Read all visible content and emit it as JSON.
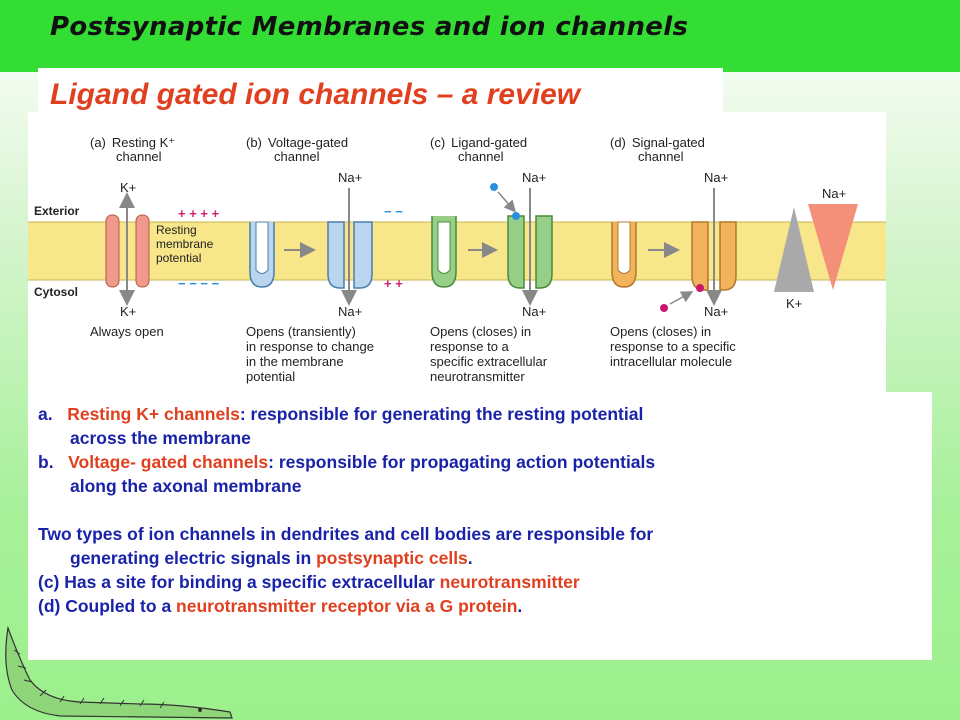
{
  "header": {
    "title": "Postsynaptic Membranes and ion channels"
  },
  "subtitle": "Ligand gated ion channels – a review",
  "diagram": {
    "panels": [
      {
        "letter": "(a)",
        "title": "Resting K⁺",
        "title2": "channel",
        "ion_top": "K+",
        "ion_bottom": "K+",
        "caption": [
          "Always open"
        ]
      },
      {
        "letter": "(b)",
        "title": "Voltage-gated",
        "title2": "channel",
        "ion_top": "Na+",
        "ion_bottom": "Na+",
        "caption": [
          "Opens (transiently)",
          "in response to change",
          "in the membrane",
          "potential"
        ]
      },
      {
        "letter": "(c)",
        "title": "Ligand-gated",
        "title2": "channel",
        "ion_top": "Na+",
        "ion_bottom": "Na+",
        "caption": [
          "Opens (closes) in",
          "response to a",
          "specific extracellular",
          "neurotransmitter"
        ]
      },
      {
        "letter": "(d)",
        "title": "Signal-gated",
        "title2": "channel",
        "ion_top": "Na+",
        "ion_bottom": "Na+",
        "caption": [
          "Opens (closes) in",
          "response to a specific",
          "intracellular molecule"
        ]
      }
    ],
    "side_labels": {
      "exterior": "Exterior",
      "cytosol": "Cytosol"
    },
    "resting_label": [
      "Resting",
      "membrane",
      "potential"
    ],
    "charges": {
      "plus4": "+ + + +",
      "minus4": "− − − −",
      "minus2": "− −",
      "plus2": "+ +"
    },
    "gradient_labels": {
      "na": "Na+",
      "k": "K+"
    },
    "colors": {
      "membrane": "#f7e68a",
      "k_channel": "#ef9a8a",
      "voltage_channel": "#b9d6ee",
      "ligand_channel": "#98cf88",
      "signal_channel": "#f2b35c",
      "arrow": "#9a9a9a",
      "ligand": "#2a8fdc",
      "signal_molecule": "#c8186e"
    }
  },
  "text": {
    "a_prefix": "a.",
    "a_term": "Resting K+ channels",
    "a_rest1": ": responsible for generating the resting potential",
    "a_rest2": "across the membrane",
    "b_prefix": "b.",
    "b_term": "Voltage- gated channels",
    "b_rest1": ": responsible for propagating action potentials",
    "b_rest2": "along the axonal membrane",
    "two_types1": "Two types of ion channels in dendrites and cell bodies are responsible for",
    "two_types2a": "generating electric signals in ",
    "two_types2_hl": "postsynaptic cells",
    "two_types2b": ".",
    "c_text": "(c) Has a site for binding a specific extracellular ",
    "c_hl": "neurotransmitter",
    "d_text": "(d) Coupled to a ",
    "d_hl": "neurotransmitter receptor via a G protein",
    "d_end": "."
  }
}
